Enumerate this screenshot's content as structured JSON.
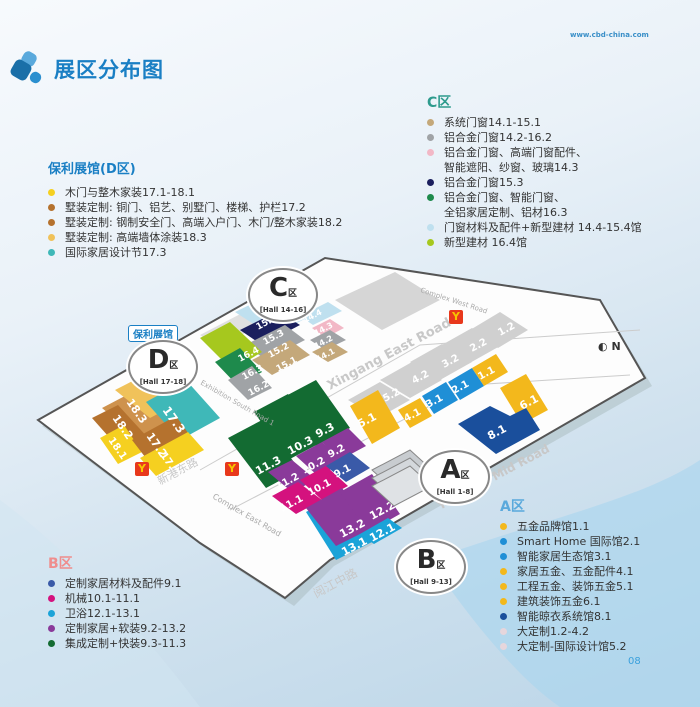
{
  "header": {
    "url": "www.cbd-china.com",
    "title": "展区分布图",
    "logo_icon": "hexagon-cluster-icon"
  },
  "legend_c": {
    "title": "C区",
    "items": [
      {
        "label": "系统门窗14.1-15.1",
        "color": "#c4a87a"
      },
      {
        "label": "铝合金门窗14.2-16.2",
        "color": "#a0a3a6"
      },
      {
        "label": "铝合金门窗、高端门窗配件、",
        "color": "#f2b8c6"
      },
      {
        "label": "智能遮阳、纱窗、玻璃14.3",
        "color": null
      },
      {
        "label": "铝合金门窗15.3",
        "color": "#1b1f5e"
      },
      {
        "label": "铝合金门窗、智能门窗、",
        "color": "#1e8a4c"
      },
      {
        "label": "全铝家居定制、铝材16.3",
        "color": null
      },
      {
        "label": "门窗材料及配件+新型建材 14.4-15.4馆",
        "color": "#bfe0ef"
      },
      {
        "label": "新型建材 16.4馆",
        "color": "#a6c81e"
      }
    ]
  },
  "legend_d": {
    "title": "保利展馆(D区)",
    "items": [
      {
        "label": "木门与整木家装17.1-18.1",
        "color": "#f5d020"
      },
      {
        "label": "墅装定制: 铜门、铝艺、别墅门、楼梯、护栏17.2",
        "color": "#b5722e"
      },
      {
        "label": "墅装定制: 钢制安全门、高端入户门、木门/整木家装18.2",
        "color": "#b5722e"
      },
      {
        "label": "墅装定制: 高端墙体涂装18.3",
        "color": "#f0c25a"
      },
      {
        "label": "国际家居设计节17.3",
        "color": "#3fb8b8"
      }
    ]
  },
  "legend_b": {
    "title": "B区",
    "items": [
      {
        "label": "定制家居材料及配件9.1",
        "color": "#3a5aa8"
      },
      {
        "label": "机械10.1-11.1",
        "color": "#d4127e"
      },
      {
        "label": "卫浴12.1-13.1",
        "color": "#1ba3d8"
      },
      {
        "label": "定制家居+软装9.2-13.2",
        "color": "#8a3a9a"
      },
      {
        "label": "集成定制+快装9.3-11.3",
        "color": "#136b32"
      }
    ]
  },
  "legend_a": {
    "title": "A区",
    "items": [
      {
        "label": "五金品牌馆1.1",
        "color": "#f3b81c"
      },
      {
        "label": "Smart Home 国际馆2.1",
        "color": "#1f8fd6"
      },
      {
        "label": "智能家居生态馆3.1",
        "color": "#1f8fd6"
      },
      {
        "label": "家居五金、五金配件4.1",
        "color": "#f3b81c"
      },
      {
        "label": "工程五金、装饰五金5.1",
        "color": "#f3b81c"
      },
      {
        "label": "建筑装饰五金6.1",
        "color": "#f3b81c"
      },
      {
        "label": "智能晾衣系统馆8.1",
        "color": "#1a4f9c"
      },
      {
        "label": "大定制1.2-4.2",
        "color": "#e6d6dc"
      },
      {
        "label": "大定制-国际设计馆5.2",
        "color": "#e6d6dc"
      }
    ]
  },
  "map": {
    "clouds": {
      "c": {
        "letter": "C",
        "suffix": "区",
        "hall": "[Hall 14-16]"
      },
      "d": {
        "letter": "D",
        "suffix": "区",
        "hall": "[Hall 17-18]"
      },
      "a": {
        "letter": "A",
        "suffix": "区",
        "hall": "[Hall 1-8]"
      },
      "b": {
        "letter": "B",
        "suffix": "区",
        "hall": "[Hall 9-13]"
      }
    },
    "poly_tag": "保利展馆",
    "roads": {
      "xingang_east": "Xingang East Road",
      "yuejiang_mid": "Yuejiang Mid Road",
      "complex_east": "Complex East Road",
      "xingang_dong_cn": "新港东路",
      "yuejiang_zhong_cn": "阅江中路",
      "complex_west": "Complex West Road",
      "exhibition_south": "Exhibition South Road 1"
    },
    "compass": "N",
    "gate_icon": "metro-entrance-icon",
    "halls": {
      "h16_4": "16.4",
      "h16_3": "16.3",
      "h16_2": "16.2",
      "h15_4": "15.4",
      "h15_3": "15.3",
      "h15_2": "15.2",
      "h15_1": "15.1",
      "h14_4": "14.4",
      "h14_3": "14.3",
      "h14_2": "14.2",
      "h14_1": "14.1",
      "h18_3": "18.3",
      "h18_2": "18.2",
      "h18_1": "18.1",
      "h17_3": "17.3",
      "h17_2": "17.2",
      "h17_1": "17.1",
      "h11_3": "11.3",
      "h10_3": "10.3",
      "h9_3": "9.3",
      "h11_2": "11.2",
      "h10_2": "10.2",
      "h9_2": "9.2",
      "h11_1": "11.1",
      "h10_1": "10.1",
      "h9_1": "9.1",
      "h13_2": "13.2",
      "h12_2": "12.2",
      "h13_1": "13.1",
      "h12_1": "12.1",
      "h5_2": "5.2",
      "h4_2": "4.2",
      "h3_2": "3.2",
      "h2_2": "2.2",
      "h1_2": "1.2",
      "h5_1": "5.1",
      "h4_1": "4.1",
      "h3_1": "3.1",
      "h2_1": "2.1",
      "h1_1": "1.1",
      "h6_1": "6.1",
      "h8_1": "8.1"
    }
  },
  "footer": {
    "page": "08"
  }
}
